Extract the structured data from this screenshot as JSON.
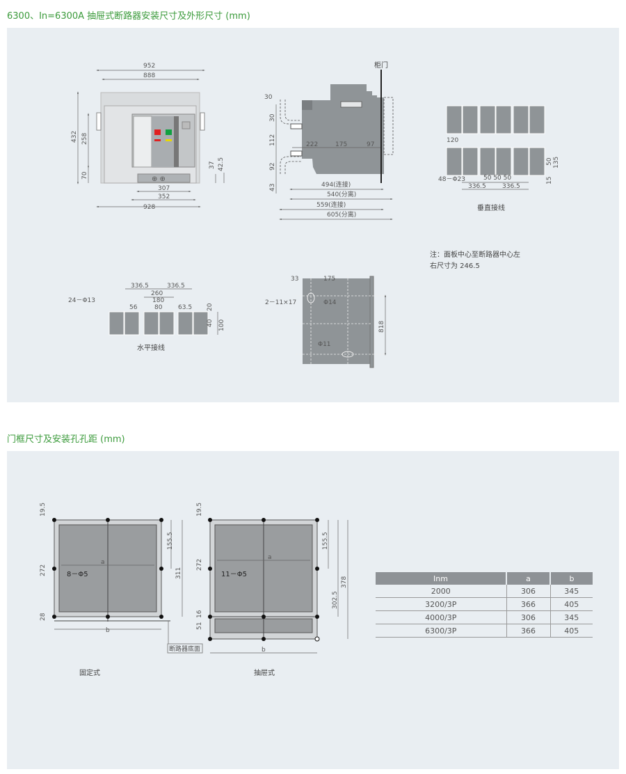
{
  "section1": {
    "title": "6300、In=6300A 抽屉式断路器安装尺寸及外形尺寸 (mm)",
    "front_view": {
      "d952": "952",
      "d888": "888",
      "d432": "432",
      "d258": "258",
      "d70": "70",
      "d37": "37",
      "d42_5": "42.5",
      "d307": "307",
      "d352": "352",
      "d928": "928"
    },
    "side_view": {
      "door": "柜门",
      "d30a": "30",
      "d30b": "30",
      "d112": "112",
      "d92": "92",
      "d43": "43",
      "d222": "222",
      "d175": "175",
      "d97": "97",
      "d494": "494(连接)",
      "d540": "540(分离)",
      "d559": "559(连接)",
      "d605": "605(分离)"
    },
    "vertical_busbar": {
      "d120": "120",
      "holes": "48－Φ23",
      "d50s": "50 50 50",
      "d336a": "336.5",
      "d336b": "336.5",
      "d50": "50",
      "d135": "135",
      "d15": "15",
      "caption": "垂直接线"
    },
    "note": {
      "line1": "注：面板中心至断路器中心左",
      "line2": "右尺寸为 246.5"
    },
    "horizontal_busbar": {
      "holes": "24－Φ13",
      "d336a": "336.5",
      "d336b": "336.5",
      "d260": "260",
      "d180": "180",
      "d80": "80",
      "d56": "56",
      "d63_5": "63.5",
      "d20": "20",
      "d40": "40",
      "d100": "100",
      "caption": "水平接线"
    },
    "mounting_plate": {
      "d33": "33",
      "d175": "175",
      "slot": "2－11×17",
      "phi14": "Φ14",
      "phi11": "Φ11",
      "d818": "818"
    }
  },
  "section2": {
    "title": "门框尺寸及安装孔孔距 (mm)",
    "fixed": {
      "d19_5": "19.5",
      "d272": "272",
      "d28": "28",
      "d155_5": "155.5",
      "d311": "311",
      "a": "a",
      "b": "b",
      "holes": "8－Φ5",
      "caption": "固定式",
      "base": "断路器底面"
    },
    "drawout": {
      "d19_5": "19.5",
      "d272": "272",
      "d51": "51",
      "d16": "16",
      "d155_5": "155.5",
      "d302_5": "302.5",
      "d378": "378",
      "a": "a",
      "b": "b",
      "holes": "11－Φ5",
      "caption": "抽屉式"
    },
    "table": {
      "headers": [
        "Inm",
        "a",
        "b"
      ],
      "rows": [
        [
          "2000",
          "306",
          "345"
        ],
        [
          "3200/3P",
          "366",
          "405"
        ],
        [
          "4000/3P",
          "306",
          "345"
        ],
        [
          "6300/3P",
          "366",
          "405"
        ]
      ]
    }
  },
  "colors": {
    "accent": "#3a9a3a",
    "panel": "#e9eef2",
    "body": "#8f9497"
  }
}
